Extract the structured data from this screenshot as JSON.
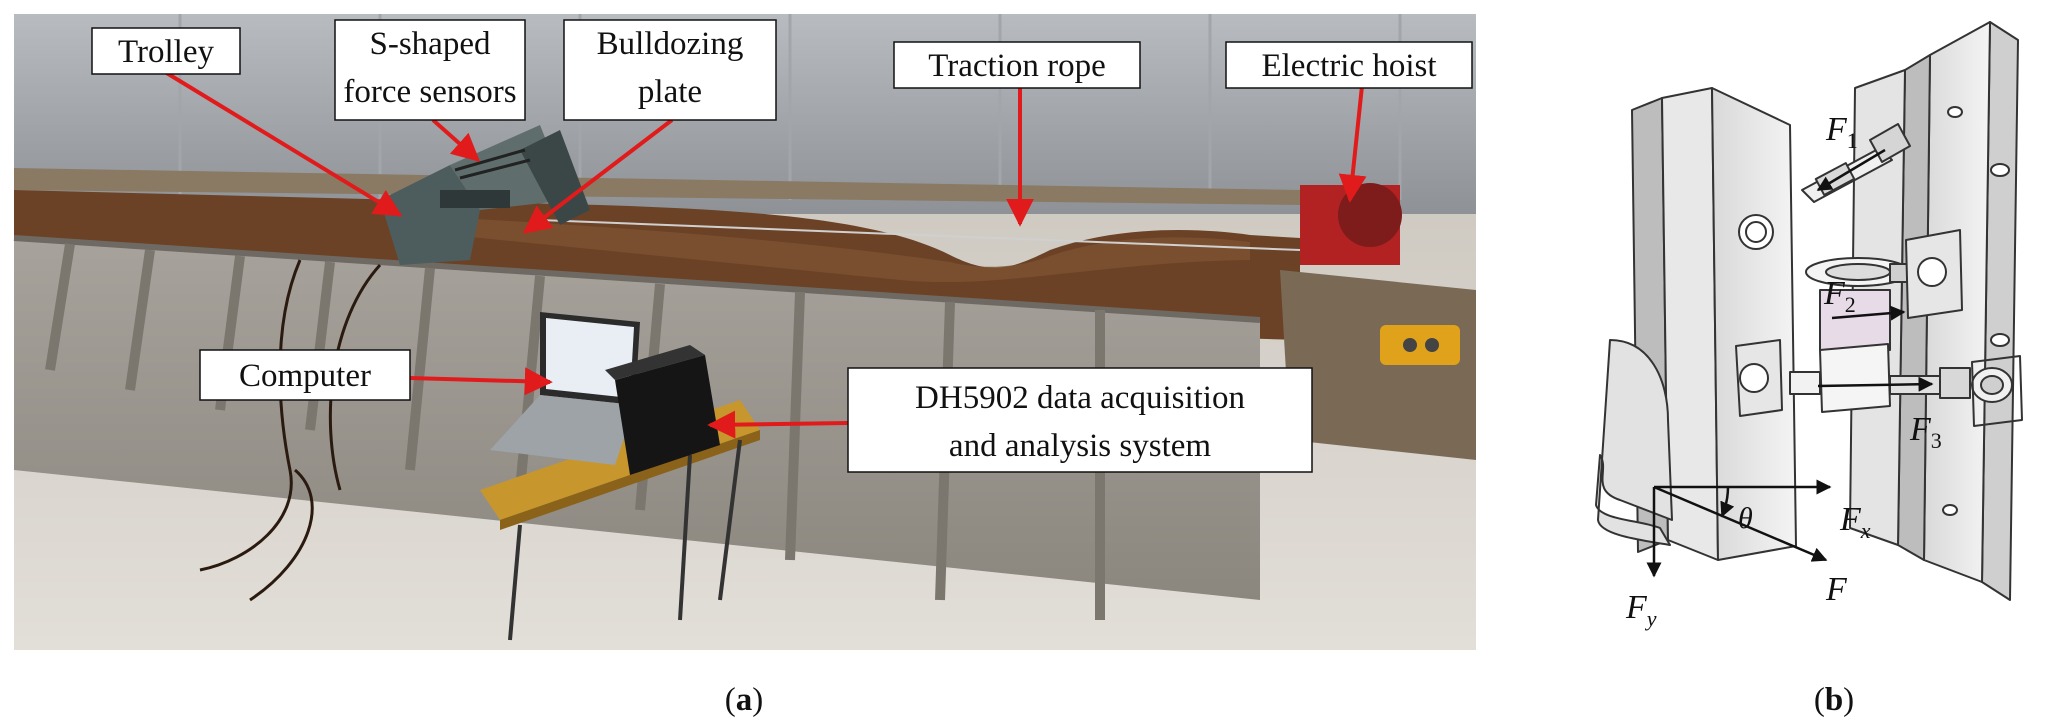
{
  "panel_a": {
    "caption_open": "(",
    "caption_letter": "a",
    "caption_close": ")",
    "labels": {
      "trolley": "Trolley",
      "sensors_line1": "S-shaped",
      "sensors_line2": "force sensors",
      "plate_line1": "Bulldozing",
      "plate_line2": "plate",
      "rope": "Traction rope",
      "hoist": "Electric hoist",
      "computer": "Computer",
      "daq_line1": "DH5902 data acquisition",
      "daq_line2": "and analysis system"
    },
    "colors": {
      "arrow": "#e11b1b",
      "soil": "#6b4226",
      "steel": "#9a9690",
      "floor": "#d8d5cf"
    }
  },
  "panel_b": {
    "caption_open": "(",
    "caption_letter": "b",
    "caption_close": ")",
    "forces": {
      "f1": "F",
      "f1_sub": "1",
      "f2": "F",
      "f2_sub": "2",
      "f3": "F",
      "f3_sub": "3",
      "fx": "F",
      "fx_sub": "x",
      "fy": "F",
      "fy_sub": "y",
      "f": "F",
      "theta": "θ"
    }
  }
}
